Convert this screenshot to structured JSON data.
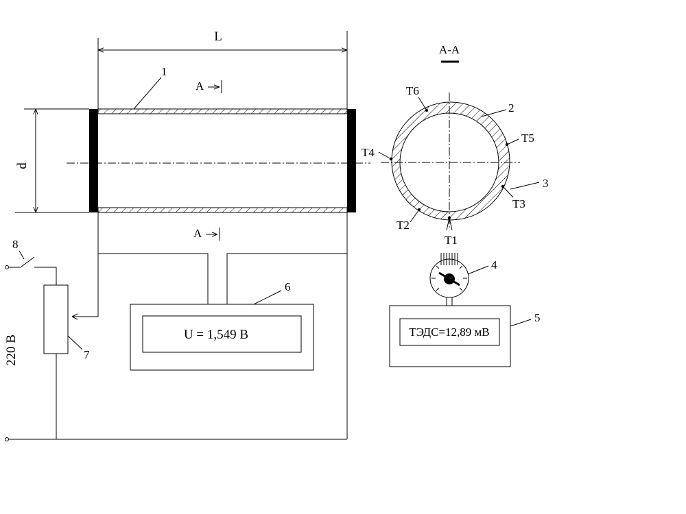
{
  "labels": {
    "length": "L",
    "diameter": "d",
    "section_title": "А-А",
    "section_mark_top": "А",
    "section_mark_bottom": "А",
    "voltage": "220 В",
    "callout_1": "1",
    "callout_2": "2",
    "callout_3": "3",
    "callout_4": "4",
    "callout_5": "5",
    "callout_6": "6",
    "callout_7": "7",
    "callout_8": "8"
  },
  "thermocouples": {
    "t1": "Т1",
    "t2": "Т2",
    "t3": "Т3",
    "t4": "Т4",
    "t5": "Т5",
    "t6": "Т6"
  },
  "voltmeter": {
    "display": "U = 1,549 В"
  },
  "temperature_meter": {
    "display": "ТЭДС=12,89 мВ"
  }
}
